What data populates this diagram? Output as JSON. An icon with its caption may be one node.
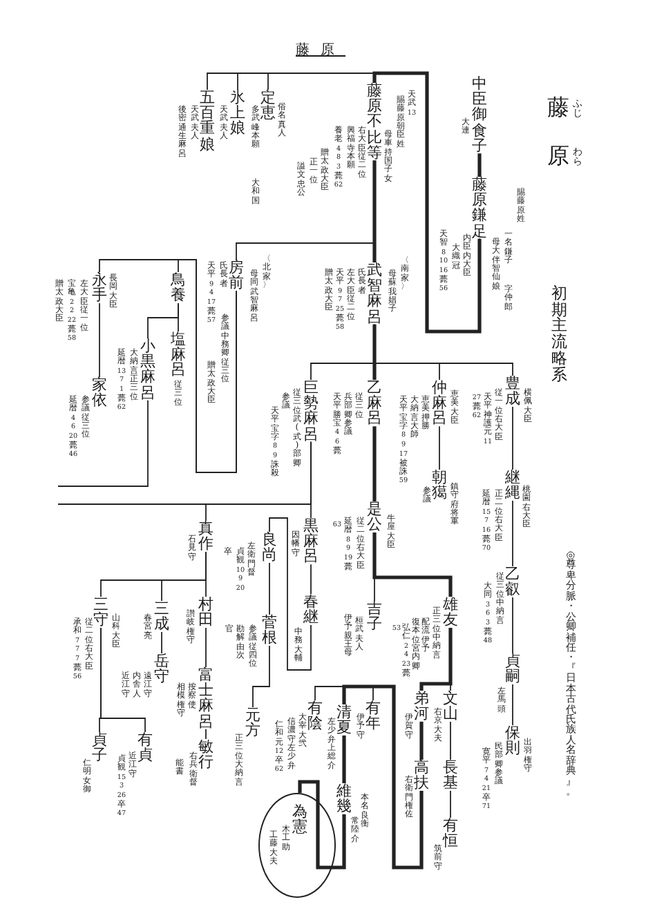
{
  "diagram": {
    "title": "藤原",
    "nodes": [
      {
        "text": [
          "中臣御食子"
        ],
        "beside": [
          "大連"
        ]
      },
      {
        "text": [
          "藤原鎌足"
        ],
        "beside": [
          "賜藤原姓",
          "母大伴智仙娘",
          "一名鎌子",
          "字仲郎",
          "内臣内大臣",
          "大織冠",
          "天智8 10 16 薨56"
        ]
      },
      {
        "text": [
          "藤原不比等"
        ],
        "beside": [
          "天武13",
          "賜藤原朝臣姓",
          "母車持国子女",
          "右大臣従二位",
          "興福寺本願",
          "養老4 8 3 薨62",
          "贈太政大臣",
          "正一位",
          "謚文忠公"
        ]
      },
      {
        "text": [
          "定恵"
        ],
        "beside": [
          "俗名真人",
          "多武峰本願",
          "大和国"
        ]
      },
      {
        "text": [
          "氷上娘"
        ],
        "beside": [
          "天武夫人"
        ]
      },
      {
        "text": [
          "五百重娘"
        ],
        "beside": [
          "天武夫人",
          "後密通生麻呂"
        ]
      },
      {
        "text": [
          "武智麻呂"
        ],
        "beside": [
          "〈南家〉",
          "母蘇我娼子",
          "氏長者",
          "左大臣従二位",
          "天平9 7 25 薨58",
          "贈太政大臣"
        ]
      },
      {
        "text": [
          "房前"
        ],
        "beside": [
          "〈北家〉",
          "母同武智麻呂",
          "氏長者",
          "参議中務卿従三位",
          "天平9 4 17 薨57",
          "贈太政大臣"
        ]
      },
      {
        "text": [
          "永手"
        ],
        "beside": [
          "長岡大臣",
          "左大臣従一位",
          "宝亀2 2 22 薨58",
          "贈太政大臣"
        ]
      },
      {
        "text": [
          "鳥養"
        ]
      },
      {
        "text": [
          "家依"
        ],
        "beside": [
          "参議従三位",
          "延暦4 6 20 薨46"
        ]
      },
      {
        "text": [
          "塩麻呂"
        ],
        "beside": [
          "従三位"
        ]
      },
      {
        "text": [
          "小黒麻呂"
        ],
        "beside": [
          "大納言正三位",
          "延暦13 7 1 薨62"
        ]
      },
      {
        "text": [
          "豊成"
        ],
        "beside": [
          "横佩大臣",
          "従一位右大臣",
          "天平神護元 11",
          "27 薨62"
        ]
      },
      {
        "text": [
          "仲麻呂"
        ],
        "beside": [
          "恵美大臣",
          "恵美押勝",
          "大納言大師",
          "天平宝字8 9 17 被誅 59"
        ]
      },
      {
        "text": [
          "乙麻呂"
        ],
        "beside": [
          "従三位",
          "兵部卿参議",
          "天平勝宝4 6 薨"
        ]
      },
      {
        "text": [
          "巨勢麻呂"
        ],
        "beside": [
          "従三位武(式)部卿",
          "参議",
          "天平宝字8 9 誅殺"
        ]
      },
      {
        "text": [
          "継縄"
        ],
        "beside": [
          "桃園右大臣",
          "正二位右大臣",
          "延暦15 7 16 薨70"
        ]
      },
      {
        "text": [
          "朝獦"
        ],
        "beside": [
          "鎮守府将軍",
          "参議"
        ]
      },
      {
        "text": [
          "是公"
        ],
        "beside": [
          "牛屋大臣",
          "従二位右大臣",
          "延暦8 9 19 薨",
          "63"
        ]
      },
      {
        "text": [
          "黒麻呂"
        ],
        "beside": [
          "因幡守"
        ]
      },
      {
        "text": [
          "真作"
        ],
        "beside": [
          "石見守"
        ]
      },
      {
        "text": [
          "乙叡"
        ],
        "beside": [
          "従三位中納言",
          "大同3 6 3 薨48"
        ]
      },
      {
        "text": [
          "雄友"
        ],
        "beside": [
          "正三位中納言",
          "配流伊予",
          "復本位宮内卿",
          "弘仁2 4 23 薨",
          "53"
        ]
      },
      {
        "text": [
          "吉子"
        ],
        "beside": [
          "桓武夫人",
          "伊予親王母"
        ]
      },
      {
        "text": [
          "春継"
        ],
        "beside": [
          "中務大輔"
        ]
      },
      {
        "text": [
          "良尚"
        ],
        "beside": [
          "左衛門督",
          "貞観10 9 20",
          "卒"
        ]
      },
      {
        "text": [
          "村田"
        ],
        "beside": [
          "讃岐権守"
        ]
      },
      {
        "text": [
          "三成"
        ],
        "beside": [
          "春宮亮"
        ]
      },
      {
        "text": [
          "三守"
        ],
        "beside": [
          "山科大臣",
          "従二位右大臣",
          "承和7 7 7 薨56"
        ]
      },
      {
        "text": [
          "貞嗣"
        ],
        "beside": [
          "左馬頭"
        ]
      },
      {
        "text": [
          "文山"
        ],
        "beside": [
          "右京大夫"
        ]
      },
      {
        "text": [
          "弟河"
        ],
        "beside": [
          "伊賀守"
        ]
      },
      {
        "text": [
          "菅根"
        ],
        "beside": [
          "参議従四位",
          "勘解由次",
          "官"
        ]
      },
      {
        "text": [
          "富士麻呂"
        ],
        "beside": [
          "按察使",
          "相模権守"
        ]
      },
      {
        "text": [
          "岳守"
        ],
        "beside": [
          "遠江守",
          "内舎人",
          "近江守"
        ]
      },
      {
        "text": [
          "有貞"
        ],
        "beside": [
          "近江守",
          "貞観15 3 26 卒47"
        ]
      },
      {
        "text": [
          "貞子"
        ],
        "beside": [
          "仁明女御"
        ]
      },
      {
        "text": [
          "保則"
        ],
        "beside": [
          "出羽権守",
          "民部卿参議",
          "寛平7 4 21 卒71"
        ]
      },
      {
        "text": [
          "長基"
        ]
      },
      {
        "text": [
          "高扶"
        ],
        "beside": [
          "右衛門権佐"
        ]
      },
      {
        "text": [
          "元方"
        ],
        "beside": [
          "正三位大納言"
        ]
      },
      {
        "text": [
          "敏行"
        ],
        "beside": [
          "右兵衛督",
          "能書"
        ]
      },
      {
        "text": [
          "有恒"
        ],
        "beside": [
          "筑前守"
        ]
      },
      {
        "text": [
          "有年"
        ],
        "beside": [
          "伊予守"
        ]
      },
      {
        "text": [
          "清夏"
        ],
        "beside": [
          "左少弁上総介"
        ]
      },
      {
        "text": [
          "有陰"
        ],
        "beside": [
          "大宰大弐",
          "信濃守左少弁",
          "仁和元12卒62"
        ]
      },
      {
        "text": [
          "維幾"
        ],
        "beside": [
          "本名良衡",
          "常陸介"
        ]
      },
      {
        "text": [
          "為憲",
          "工藤大夫",
          "木工助"
        ]
      }
    ],
    "edges": [
      {
        "from": 0,
        "to": 1,
        "arrow": "none",
        "style": "thick"
      },
      {
        "from": 1,
        "to": 2,
        "arrow": "none",
        "style": "thick"
      },
      {
        "from": 1,
        "to": 3,
        "arrow": "none"
      },
      {
        "from": 1,
        "to": 4,
        "arrow": "none"
      },
      {
        "from": 1,
        "to": 5,
        "arrow": "none"
      },
      {
        "from": 2,
        "to": 6,
        "arrow": "none",
        "style": "thick"
      },
      {
        "from": 2,
        "to": 7,
        "arrow": "none"
      },
      {
        "from": 7,
        "to": 8,
        "arrow": "none"
      },
      {
        "from": 7,
        "to": 9,
        "arrow": "none"
      },
      {
        "from": 8,
        "to": 10,
        "arrow": "none"
      },
      {
        "from": 9,
        "to": 11,
        "arrow": "none"
      },
      {
        "from": 9,
        "to": 12,
        "arrow": "none"
      },
      {
        "from": 12,
        "to": null,
        "arrow": "none"
      },
      {
        "from": 6,
        "to": 13,
        "arrow": "none"
      },
      {
        "from": 6,
        "to": 14,
        "arrow": "none"
      },
      {
        "from": 6,
        "to": 15,
        "arrow": "none",
        "style": "thick"
      },
      {
        "from": 6,
        "to": 16,
        "arrow": "none"
      },
      {
        "from": 13,
        "to": 17,
        "arrow": "none"
      },
      {
        "from": 14,
        "to": 18,
        "arrow": "none"
      },
      {
        "from": 15,
        "to": 19,
        "arrow": "none",
        "style": "thick"
      },
      {
        "from": 16,
        "to": 21,
        "arrow": "none"
      },
      {
        "from": 16,
        "to": 20,
        "arrow": "none"
      },
      {
        "from": 16,
        "to": null,
        "arrow": "none"
      },
      {
        "from": 17,
        "to": 22,
        "arrow": "none"
      },
      {
        "from": 19,
        "to": 24,
        "arrow": "none"
      },
      {
        "from": 19,
        "to": 23,
        "arrow": "none",
        "style": "thick"
      },
      {
        "from": 20,
        "to": 25,
        "arrow": "none"
      },
      {
        "from": 21,
        "to": 29,
        "arrow": "none"
      },
      {
        "from": 21,
        "to": 28,
        "arrow": "none"
      },
      {
        "from": 21,
        "to": 27,
        "arrow": "none"
      },
      {
        "from": 22,
        "to": 30,
        "arrow": "none"
      },
      {
        "from": 23,
        "to": 31,
        "arrow": "none"
      },
      {
        "from": 23,
        "to": 32,
        "arrow": "none",
        "style": "thick"
      },
      {
        "from": 25,
        "to": 26,
        "arrow": "none"
      },
      {
        "from": 26,
        "to": 33,
        "arrow": "none"
      },
      {
        "from": 28,
        "to": 35,
        "arrow": "none"
      },
      {
        "from": 27,
        "to": 34,
        "arrow": "none"
      },
      {
        "from": 29,
        "to": 37,
        "arrow": "none"
      },
      {
        "from": 29,
        "to": 36,
        "arrow": "none"
      },
      {
        "from": 30,
        "to": 38,
        "arrow": "none"
      },
      {
        "from": 31,
        "to": 39,
        "arrow": "none"
      },
      {
        "from": 32,
        "to": 40,
        "arrow": "none",
        "style": "thick"
      },
      {
        "from": 33,
        "to": 41,
        "arrow": "none"
      },
      {
        "from": 34,
        "to": 42,
        "arrow": "none"
      },
      {
        "from": 39,
        "to": 43,
        "arrow": "none"
      },
      {
        "from": 40,
        "to": 44,
        "arrow": "none"
      },
      {
        "from": 40,
        "to": 45,
        "arrow": "none",
        "style": "thick"
      },
      {
        "from": 40,
        "to": 46,
        "arrow": "none"
      },
      {
        "from": 45,
        "to": 47,
        "arrow": "none",
        "style": "thick"
      },
      {
        "from": 47,
        "to": 48,
        "arrow": "none",
        "style": "thick"
      }
    ],
    "labels": [
      "藤原",
      "ふじ",
      "わら",
      "初期主流略系",
      "◎尊卑分脈・公卿補任・『日本古代氏族人名辞典』。"
    ]
  }
}
